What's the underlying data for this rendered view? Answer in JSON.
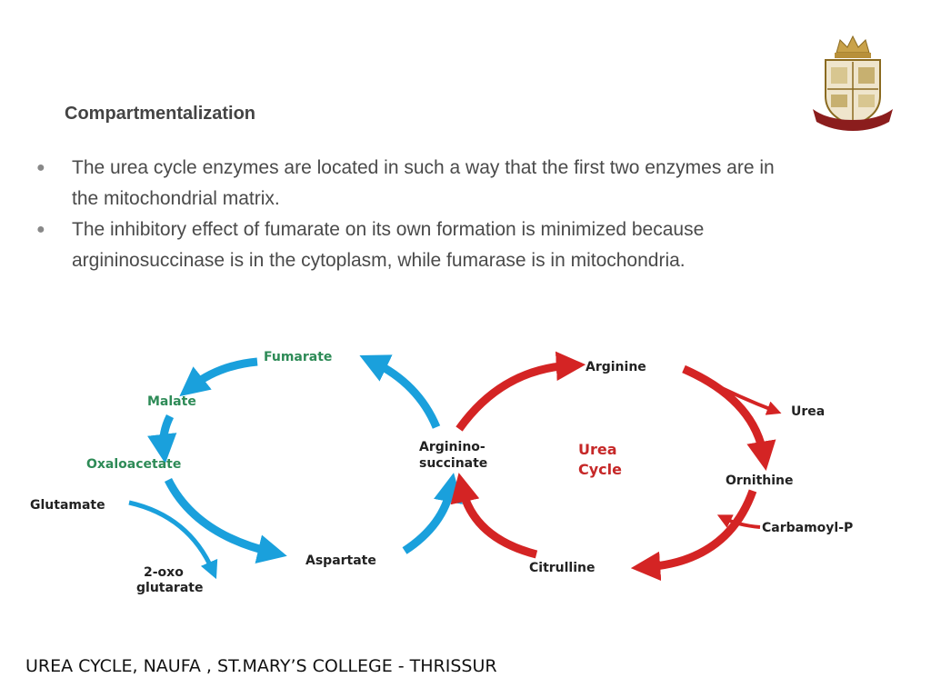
{
  "slide": {
    "title": "Compartmentalization",
    "bullets": [
      "The urea cycle enzymes are located in such a way that the first two enzymes are in the mitochondrial matrix.",
      "The inhibitory effect of fumarate on its own formation is minimized because argininosuccinase is in the cytoplasm, while fumarase is in mitochondria."
    ],
    "bullet_marker": "●"
  },
  "diagram": {
    "colors": {
      "blue_arrow": "#1aa0dc",
      "red_arrow": "#d42424",
      "green_label": "#2e8b57",
      "red_label": "#c62828",
      "black_label": "#222222"
    },
    "labels": {
      "fumarate": "Fumarate",
      "malate": "Malate",
      "oxaloacetate": "Oxaloacetate",
      "glutamate": "Glutamate",
      "oxo_line1": "2-oxo",
      "oxo_line2": "glutarate",
      "aspartate": "Aspartate",
      "argininosuccinate_line1": "Arginino-",
      "argininosuccinate_line2": "succinate",
      "urea_cycle_line1": "Urea",
      "urea_cycle_line2": "Cycle",
      "arginine": "Arginine",
      "urea": "Urea",
      "ornithine": "Ornithine",
      "carbamoyl_p": "Carbamoyl-P",
      "citrulline": "Citrulline"
    }
  },
  "footer": {
    "text": "UREA CYCLE, NAUFA , ST.MARY’S COLLEGE - THRISSUR"
  }
}
